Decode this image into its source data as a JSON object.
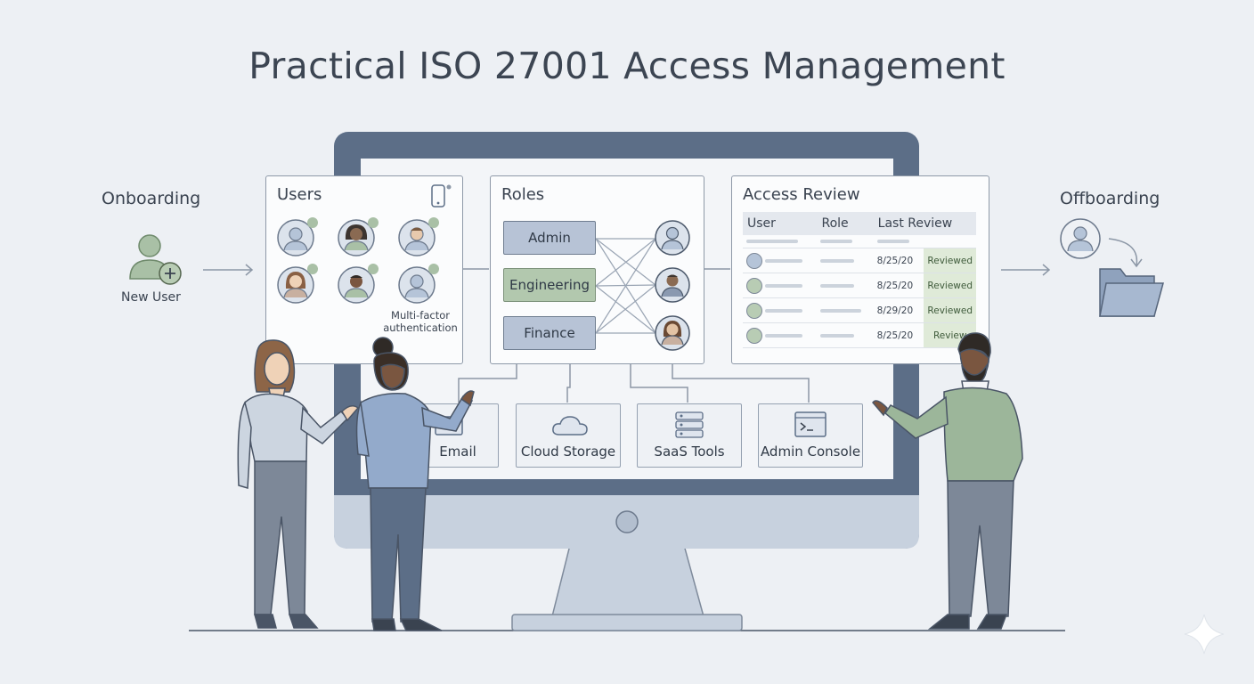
{
  "title": "Practical ISO 27001 Access Management",
  "onboarding": {
    "heading": "Onboarding",
    "new_user_label": "New User"
  },
  "offboarding": {
    "heading": "Offboarding"
  },
  "users_panel": {
    "title": "Users",
    "mfa_label_line1": "Multi-factor",
    "mfa_label_line2": "authentication"
  },
  "roles_panel": {
    "title": "Roles",
    "roles": [
      "Admin",
      "Engineering",
      "Finance"
    ]
  },
  "access_review": {
    "title": "Access Review",
    "columns": [
      "User",
      "Role",
      "Last Review"
    ],
    "rows": [
      {
        "date": "8/25/20",
        "status": "Reviewed"
      },
      {
        "date": "8/25/20",
        "status": "Reviewed"
      },
      {
        "date": "8/29/20",
        "status": "Reviewed"
      },
      {
        "date": "8/25/20",
        "status": "Review"
      }
    ]
  },
  "resources": [
    "Email",
    "Cloud Storage",
    "SaaS Tools",
    "Admin Console"
  ],
  "colors": {
    "monitor_frame": "#5c6e87",
    "blue_accent": "#b7c3d6",
    "green_accent": "#b2c8ae",
    "reviewed_bg": "#dfead8"
  }
}
